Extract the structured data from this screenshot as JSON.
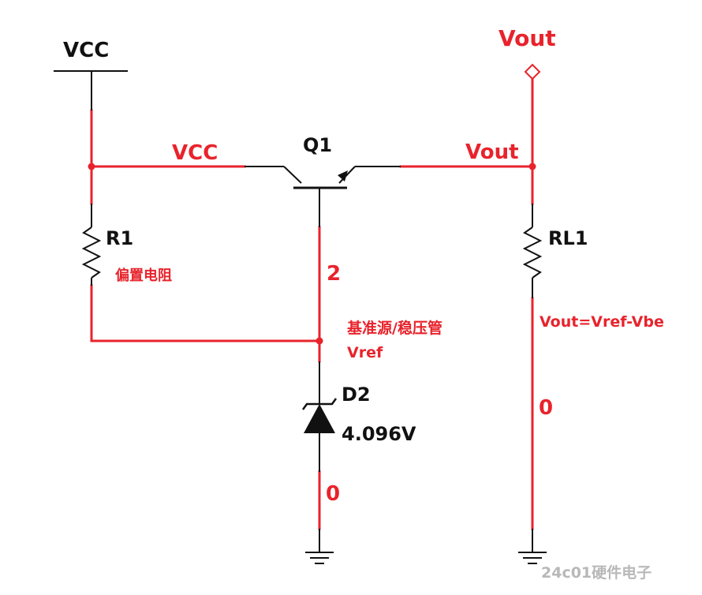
{
  "colors": {
    "wire": "#e8232c",
    "component": "#111111",
    "watermark": "#b8b8b8"
  },
  "labels": {
    "vcc_supply": "VCC",
    "vcc_net": "VCC",
    "q1": "Q1",
    "vout_port": "Vout",
    "vout_net": "Vout",
    "r1": "R1",
    "r1_desc": "偏置电阻",
    "node_2": "2",
    "ref_desc": "基准源/稳压管",
    "vref": "Vref",
    "d2": "D2",
    "d2_value": "4.096V",
    "node_0_left": "0",
    "rl1": "RL1",
    "formula": "Vout=Vref-Vbe",
    "node_0_right": "0",
    "watermark": "24c01硬件电子"
  }
}
